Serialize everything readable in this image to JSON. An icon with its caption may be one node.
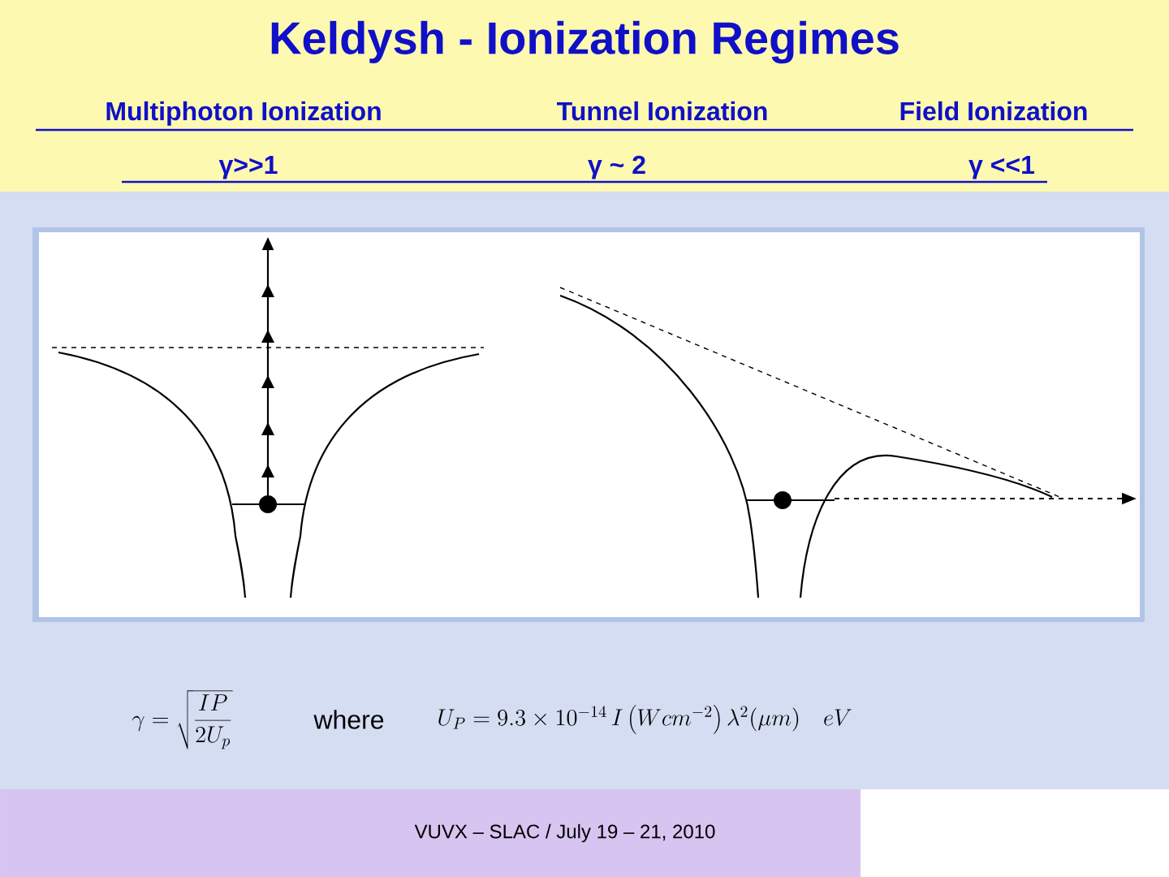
{
  "diagram": {
    "title": "Keldysh - Ionization Regimes",
    "labels": [
      "Multiphoton Ionization",
      "Tunnel Ionization",
      "Field Ionization",
      "γ>>1",
      "γ ~ 2",
      "γ <<1",
      "\\gamma = \\sqrt{\\frac{IP}{2U_p}}",
      "where",
      "U_P = 9.3\\times10^{-14}\\, I\\left(Wcm^{-2}\\right)\\lambda^2(\\mu m) \\quad eV",
      "VUVX – SLAC / July 19 – 21, 2010"
    ]
  }
}
